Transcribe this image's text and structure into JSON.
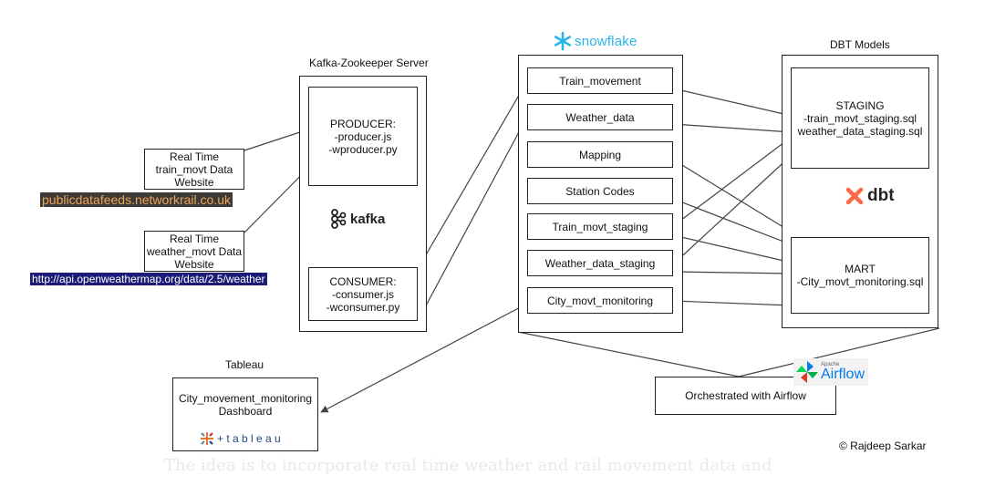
{
  "kafka": {
    "title": "Kafka-Zookeeper Server",
    "producer": {
      "title": "PRODUCER:",
      "files": [
        "-producer.js",
        "-wproducer.py"
      ]
    },
    "consumer": {
      "title": "CONSUMER:",
      "files": [
        "-consumer.js",
        "-wconsumer.py"
      ]
    },
    "logo_text": "kafka"
  },
  "sources": {
    "train": {
      "lines": [
        "Real Time",
        "train_movt Data",
        "Website"
      ],
      "url": "publicdatafeeds.networkrail.co.uk"
    },
    "weather": {
      "lines": [
        "Real Time",
        "weather_movt Data",
        "Website"
      ],
      "url": "http://api.openweathermap.org/data/2.5/weather"
    }
  },
  "snowflake": {
    "logo_text": "snowflake",
    "tables": [
      "Train_movement",
      "Weather_data",
      "Mapping",
      "Station Codes",
      "Train_movt_staging",
      "Weather_data_staging",
      "City_movt_monitoring"
    ]
  },
  "dbt": {
    "title": "DBT Models",
    "staging": {
      "title": "STAGING",
      "files": [
        "-train_movt_staging.sql",
        "weather_data_staging.sql"
      ]
    },
    "mart": {
      "title": "MART",
      "files": [
        "-City_movt_monitoring.sql"
      ]
    },
    "logo_text": "dbt"
  },
  "tableau": {
    "title": "Tableau",
    "dashboard": [
      "City_movement_monitoring",
      "Dashboard"
    ],
    "logo_text": "+ t a b l e a u"
  },
  "airflow": {
    "label": "Orchestrated with Airflow",
    "logo_small": "Apache",
    "logo_text": "Airflow"
  },
  "copyright": "© Rajdeep Sarkar",
  "faded_caption": "The idea is to incorporate real time weather and rail movement data and",
  "colors": {
    "line": "#444444",
    "train_url_bg": "#3b3a36",
    "train_url_fg": "#f0a45a",
    "weather_url_bg": "#1c1c78",
    "weather_url_fg": "#ffffff",
    "snowflake": "#29b5e8",
    "dbt": "#ff694a",
    "airflow_text": "#017cee"
  }
}
